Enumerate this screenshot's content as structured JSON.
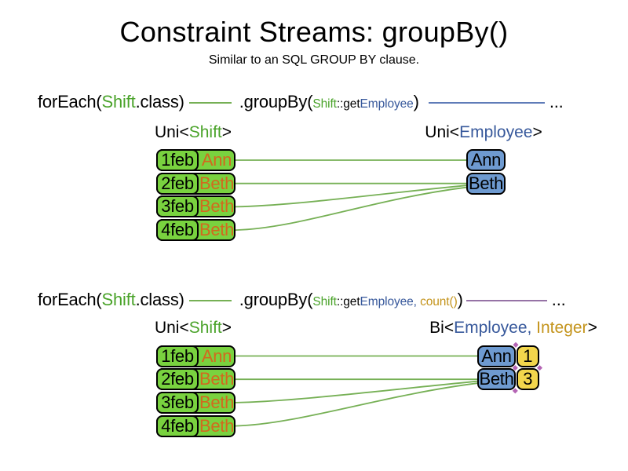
{
  "title": "Constraint Streams: groupBy()",
  "subtitle": "Similar to an SQL GROUP BY clause.",
  "colors": {
    "black": "#000000",
    "green_text": "#4aa32a",
    "blue_text": "#37589b",
    "gold_text": "#c4941c",
    "orange_text": "#d2691e",
    "green_fill": "#79d23f",
    "blue_fill": "#6e9ad0",
    "yellow_fill": "#f2d64c",
    "green_line": "#76b055",
    "blue_line": "#5f7cb8",
    "purple_line": "#9673a6",
    "diamond": "#b565b5"
  },
  "sections": [
    {
      "code_tokens": [
        {
          "t": "forEach(",
          "c": "black",
          "size": "big"
        },
        {
          "t": "Shift",
          "c": "green_text",
          "size": "big"
        },
        {
          "t": ".class)",
          "c": "black",
          "size": "big"
        },
        {
          "line": "green_line",
          "w": 54,
          "ml": 6,
          "mr": 10
        },
        {
          "t": ".groupBy(",
          "c": "black",
          "size": "big"
        },
        {
          "t": "Shift",
          "c": "green_text",
          "size": "small"
        },
        {
          "t": "::get",
          "c": "black",
          "size": "small"
        },
        {
          "t": "Employee",
          "c": "blue_text",
          "size": "small"
        },
        {
          "t": ")",
          "c": "black",
          "size": "big"
        },
        {
          "line": "blue_line",
          "w": 148,
          "ml": 12,
          "mr": 6
        },
        {
          "t": "...",
          "c": "black",
          "size": "big"
        }
      ],
      "left_label": [
        {
          "t": "Uni<",
          "c": "black"
        },
        {
          "t": "Shift",
          "c": "green_text"
        },
        {
          "t": ">",
          "c": "black"
        }
      ],
      "right_label": [
        {
          "t": "Uni<",
          "c": "black"
        },
        {
          "t": "Employee",
          "c": "blue_text"
        },
        {
          "t": ">",
          "c": "black"
        }
      ],
      "rows": [
        {
          "date": "1feb",
          "name": "Ann"
        },
        {
          "date": "2feb",
          "name": "Beth"
        },
        {
          "date": "3feb",
          "name": "Beth"
        },
        {
          "date": "4feb",
          "name": "Beth"
        }
      ],
      "groups": [
        {
          "name": "Ann"
        },
        {
          "name": "Beth"
        }
      ]
    },
    {
      "code_tokens": [
        {
          "t": "forEach(",
          "c": "black",
          "size": "big"
        },
        {
          "t": "Shift",
          "c": "green_text",
          "size": "big"
        },
        {
          "t": ".class)",
          "c": "black",
          "size": "big"
        },
        {
          "line": "green_line",
          "w": 54,
          "ml": 6,
          "mr": 10
        },
        {
          "t": ".groupBy(",
          "c": "black",
          "size": "big"
        },
        {
          "t": "Shift",
          "c": "green_text",
          "size": "small"
        },
        {
          "t": "::get",
          "c": "black",
          "size": "small"
        },
        {
          "t": "Employee,",
          "c": "blue_text",
          "size": "small"
        },
        {
          "t": " ",
          "c": "black",
          "size": "small"
        },
        {
          "t": "count()",
          "c": "gold_text",
          "size": "small"
        },
        {
          "t": ")",
          "c": "black",
          "size": "big"
        },
        {
          "line": "purple_line",
          "w": 103,
          "ml": 4,
          "mr": 6
        },
        {
          "t": "...",
          "c": "black",
          "size": "big"
        }
      ],
      "left_label": [
        {
          "t": "Uni<",
          "c": "black"
        },
        {
          "t": "Shift",
          "c": "green_text"
        },
        {
          "t": ">",
          "c": "black"
        }
      ],
      "right_label": [
        {
          "t": "Bi<",
          "c": "black"
        },
        {
          "t": "Employee,",
          "c": "blue_text"
        },
        {
          "t": " ",
          "c": "black"
        },
        {
          "t": "Integer",
          "c": "gold_text"
        },
        {
          "t": ">",
          "c": "black"
        }
      ],
      "rows": [
        {
          "date": "1feb",
          "name": "Ann"
        },
        {
          "date": "2feb",
          "name": "Beth"
        },
        {
          "date": "3feb",
          "name": "Beth"
        },
        {
          "date": "4feb",
          "name": "Beth"
        }
      ],
      "groups": [
        {
          "name": "Ann",
          "count": "1"
        },
        {
          "name": "Beth",
          "count": "3"
        }
      ]
    }
  ]
}
